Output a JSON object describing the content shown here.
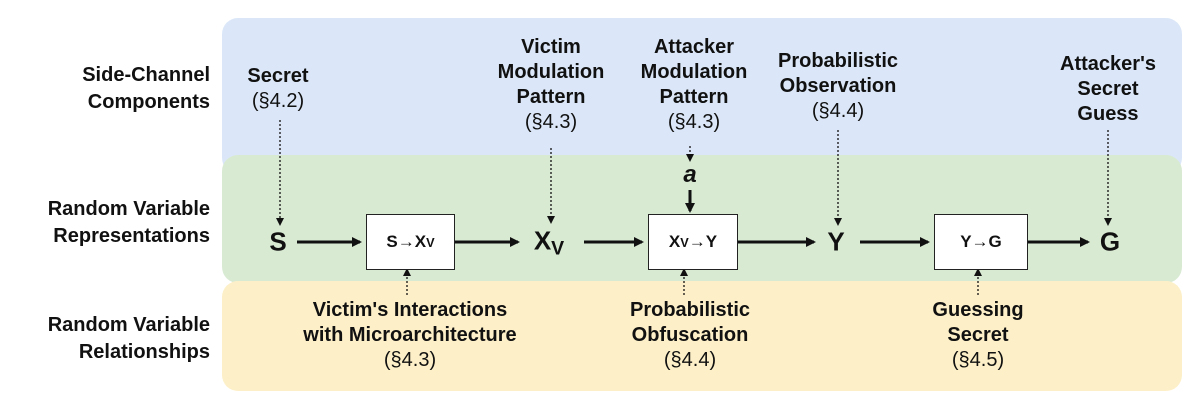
{
  "row_labels": {
    "top": [
      "Side-Channel",
      "Components"
    ],
    "mid": [
      "Random Variable",
      "Representations"
    ],
    "bot": [
      "Random Variable",
      "Relationships"
    ]
  },
  "components": {
    "secret": {
      "title": [
        "Secret"
      ],
      "ref": "(§4.2)"
    },
    "victim_mod": {
      "title": [
        "Victim",
        "Modulation",
        "Pattern"
      ],
      "ref": "(§4.3)"
    },
    "attacker_mod": {
      "title": [
        "Attacker",
        "Modulation",
        "Pattern"
      ],
      "ref": "(§4.3)"
    },
    "prob_obs": {
      "title": [
        "Probabilistic",
        "Observation"
      ],
      "ref": "(§4.4)"
    },
    "guess": {
      "title": [
        "Attacker's",
        "Secret",
        "Guess"
      ]
    }
  },
  "variables": {
    "s": "S",
    "xv": "X",
    "xv_sub": "V",
    "y": "Y",
    "g": "G",
    "a": "a"
  },
  "boxes": {
    "s_xv": {
      "from": "S",
      "arrow": "→",
      "to": "X",
      "to_sub": "V"
    },
    "xv_y": {
      "from": "X",
      "from_sub": "V",
      "arrow": "→",
      "to": "Y"
    },
    "y_g": {
      "from": "Y",
      "arrow": "→",
      "to": "G"
    }
  },
  "relationships": {
    "victim": {
      "title": [
        "Victim's Interactions",
        "with Microarchitecture"
      ],
      "ref": "(§4.3)"
    },
    "obfuscation": {
      "title": [
        "Probabilistic",
        "Obfuscation"
      ],
      "ref": "(§4.4)"
    },
    "guessing": {
      "title": [
        "Guessing",
        "Secret"
      ],
      "ref": "(§4.5)"
    }
  },
  "colors": {
    "top_band": "#dbe7f8",
    "mid_band": "#d9ead3",
    "bot_band": "#fdf0c8"
  }
}
